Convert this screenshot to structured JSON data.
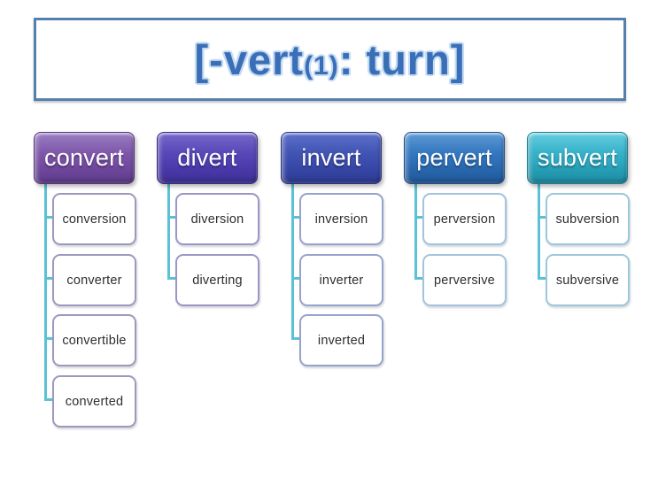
{
  "title": {
    "full": "[-vert(1): turn]",
    "part1": "[-vert",
    "part2": "(1)",
    "part3": ": turn]"
  },
  "colors": {
    "title_text": "#3a6fb7",
    "title_halo": "#c3daf2",
    "title_border": "#5580ac",
    "connector": "#5bc2d6",
    "header_text": "#ffffff",
    "child_text": "#2e2e2e",
    "child_fill": "#ffffff"
  },
  "columns": [
    {
      "header": "convert",
      "header_color": "#7c5aa8",
      "child_border_color": "#9d99be",
      "children": [
        "conversion",
        "converter",
        "convertible",
        "converted"
      ]
    },
    {
      "header": "divert",
      "header_color": "#5748b4",
      "child_border_color": "#9a97c6",
      "children": [
        "diversion",
        "diverting"
      ]
    },
    {
      "header": "invert",
      "header_color": "#4256b0",
      "child_border_color": "#97a3cc",
      "children": [
        "inversion",
        "inverter",
        "inverted"
      ]
    },
    {
      "header": "pervert",
      "header_color": "#3178be",
      "child_border_color": "#a3c4de",
      "children": [
        "perversion",
        "perversive"
      ]
    },
    {
      "header": "subvert",
      "header_color": "#35b4ca",
      "child_border_color": "#9cc8da",
      "children": [
        "subversion",
        "subversive"
      ]
    }
  ]
}
